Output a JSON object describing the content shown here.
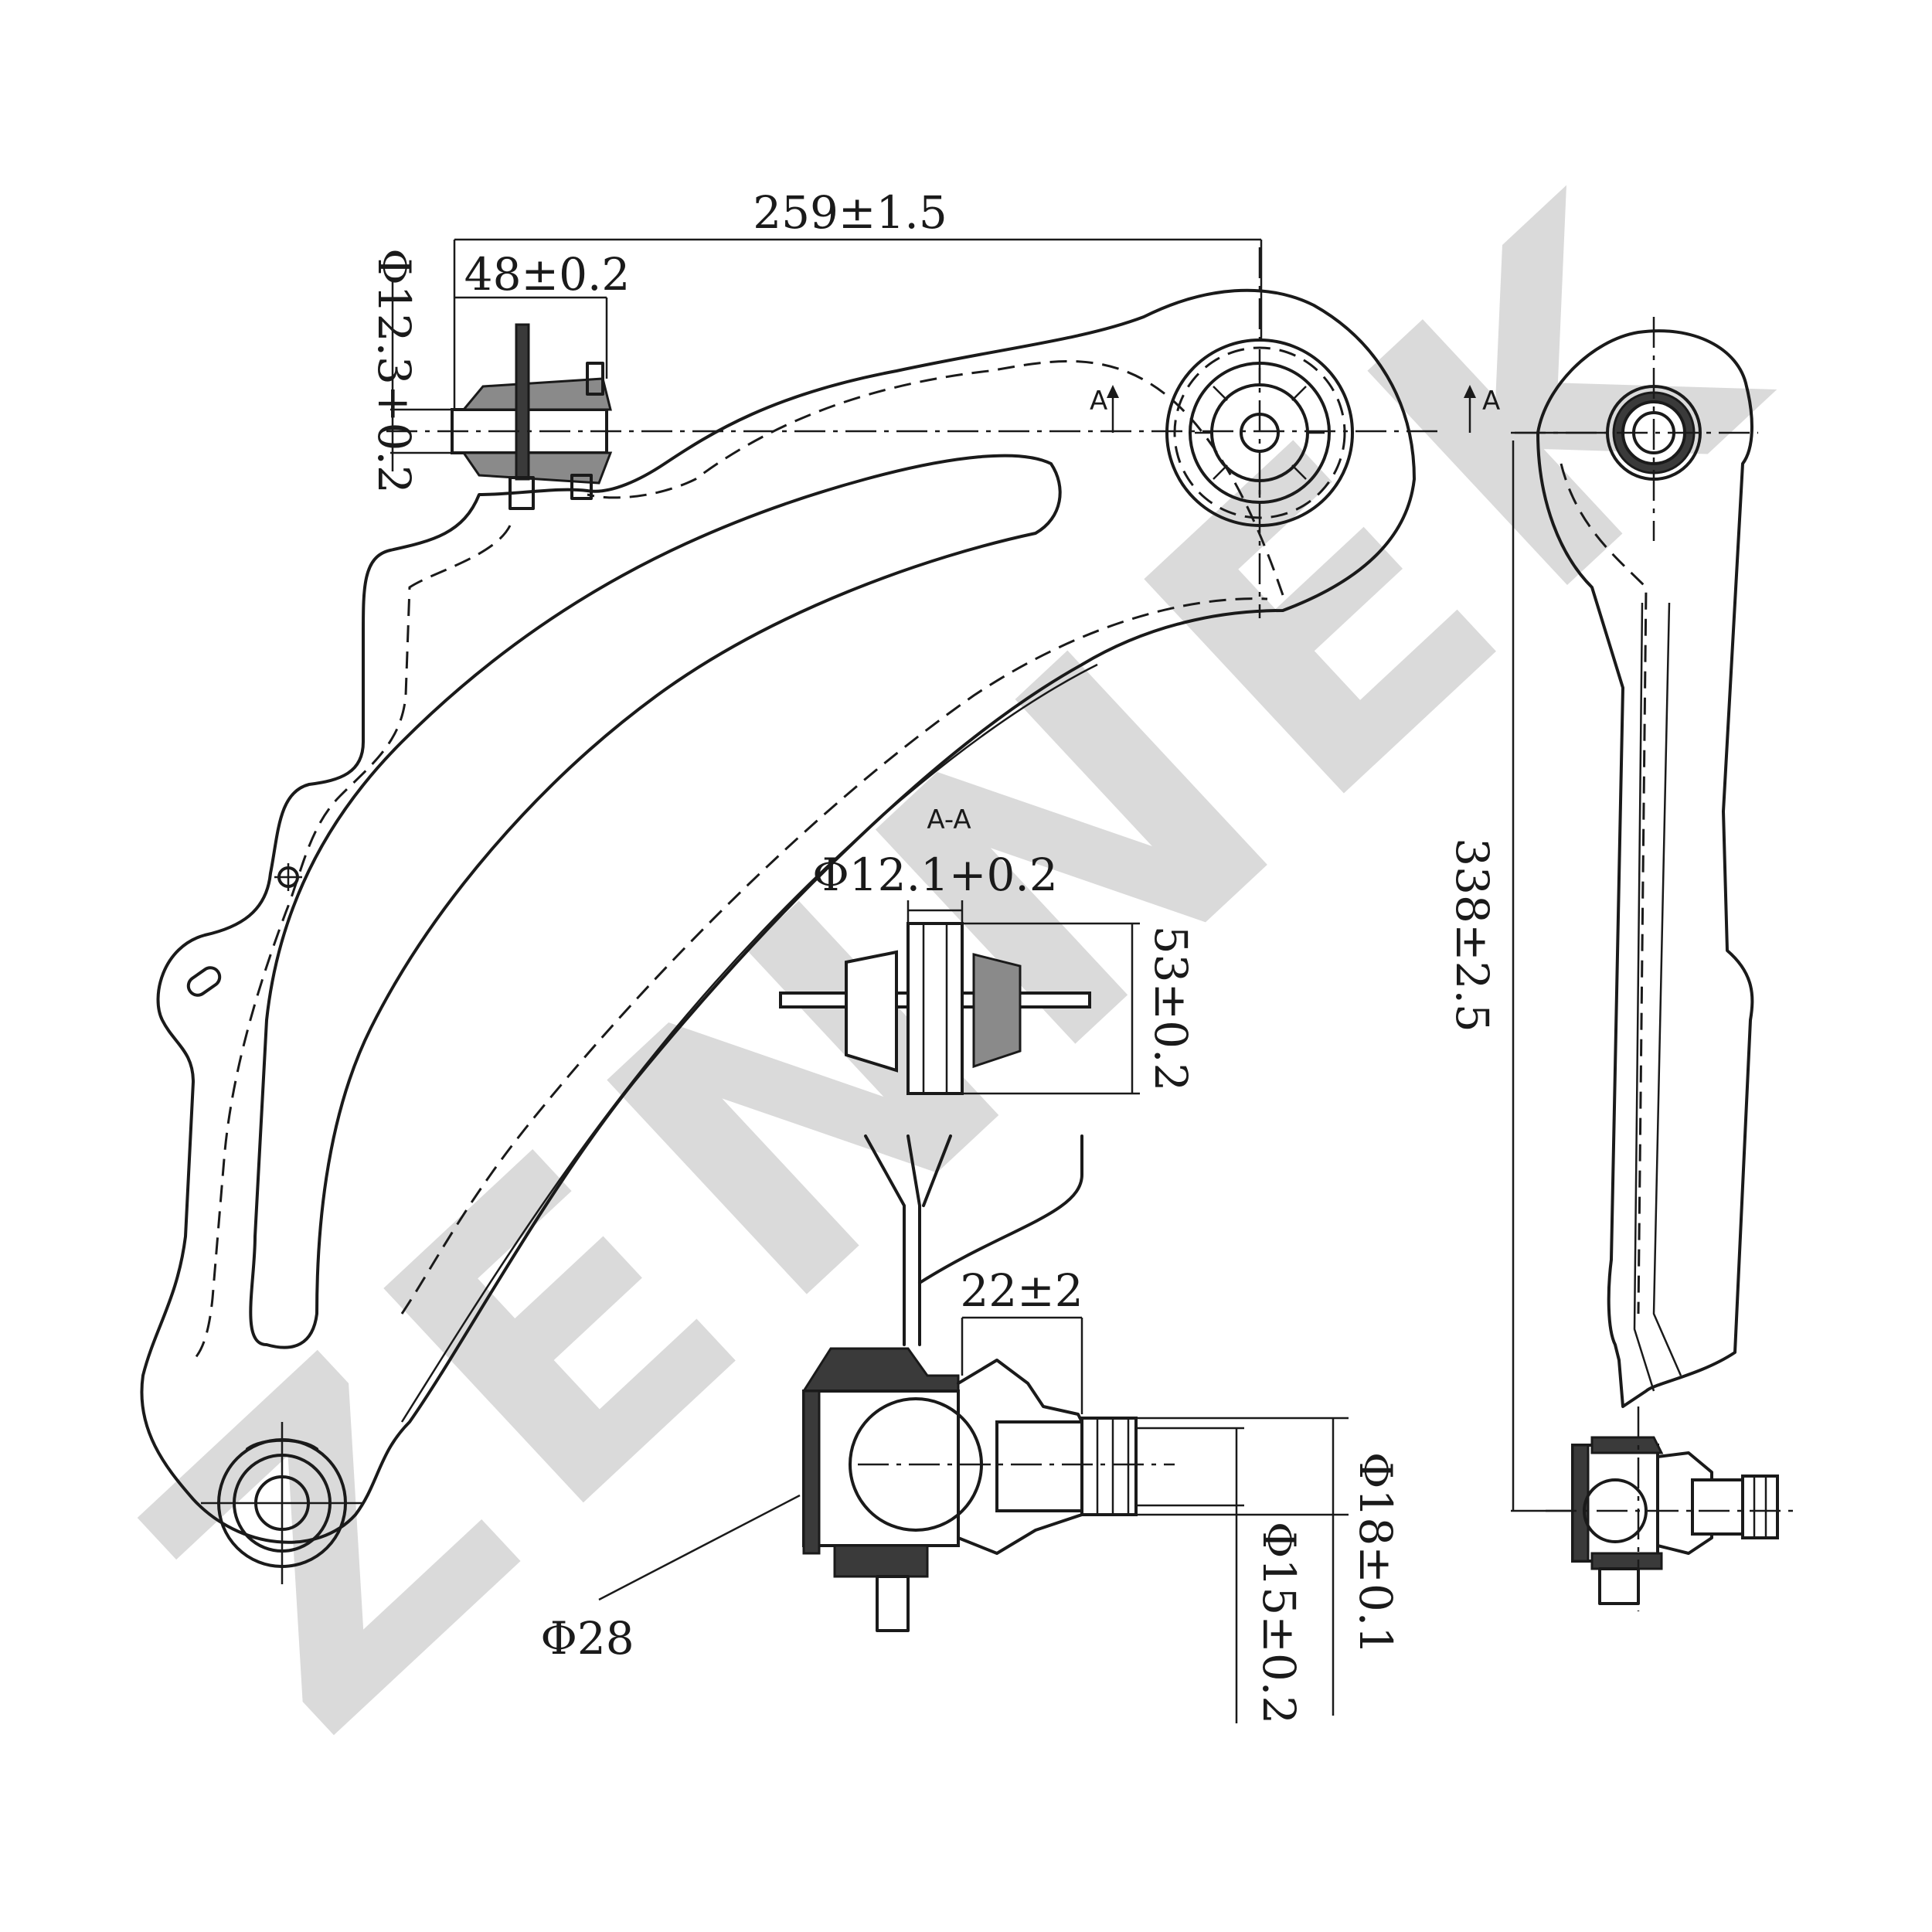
{
  "watermark": {
    "text": "ZENNEK",
    "color": "#d9d9d9"
  },
  "dimensions": {
    "overall_length": "259±1.5",
    "bushing_width": "48±0.2",
    "bushing_bore": "Φ12.3+0.2",
    "section_bore": "Φ12.1+0.2",
    "section_height": "53±0.2",
    "side_length": "338±2.5",
    "stud_offset": "22±2",
    "ball_diameter": "Φ28",
    "stud_diameter_large": "Φ18±0.1",
    "stud_diameter_small": "Φ15±0.2"
  },
  "labels": {
    "section_title": "A-A",
    "section_mark_left": "A",
    "section_mark_right": "A"
  }
}
